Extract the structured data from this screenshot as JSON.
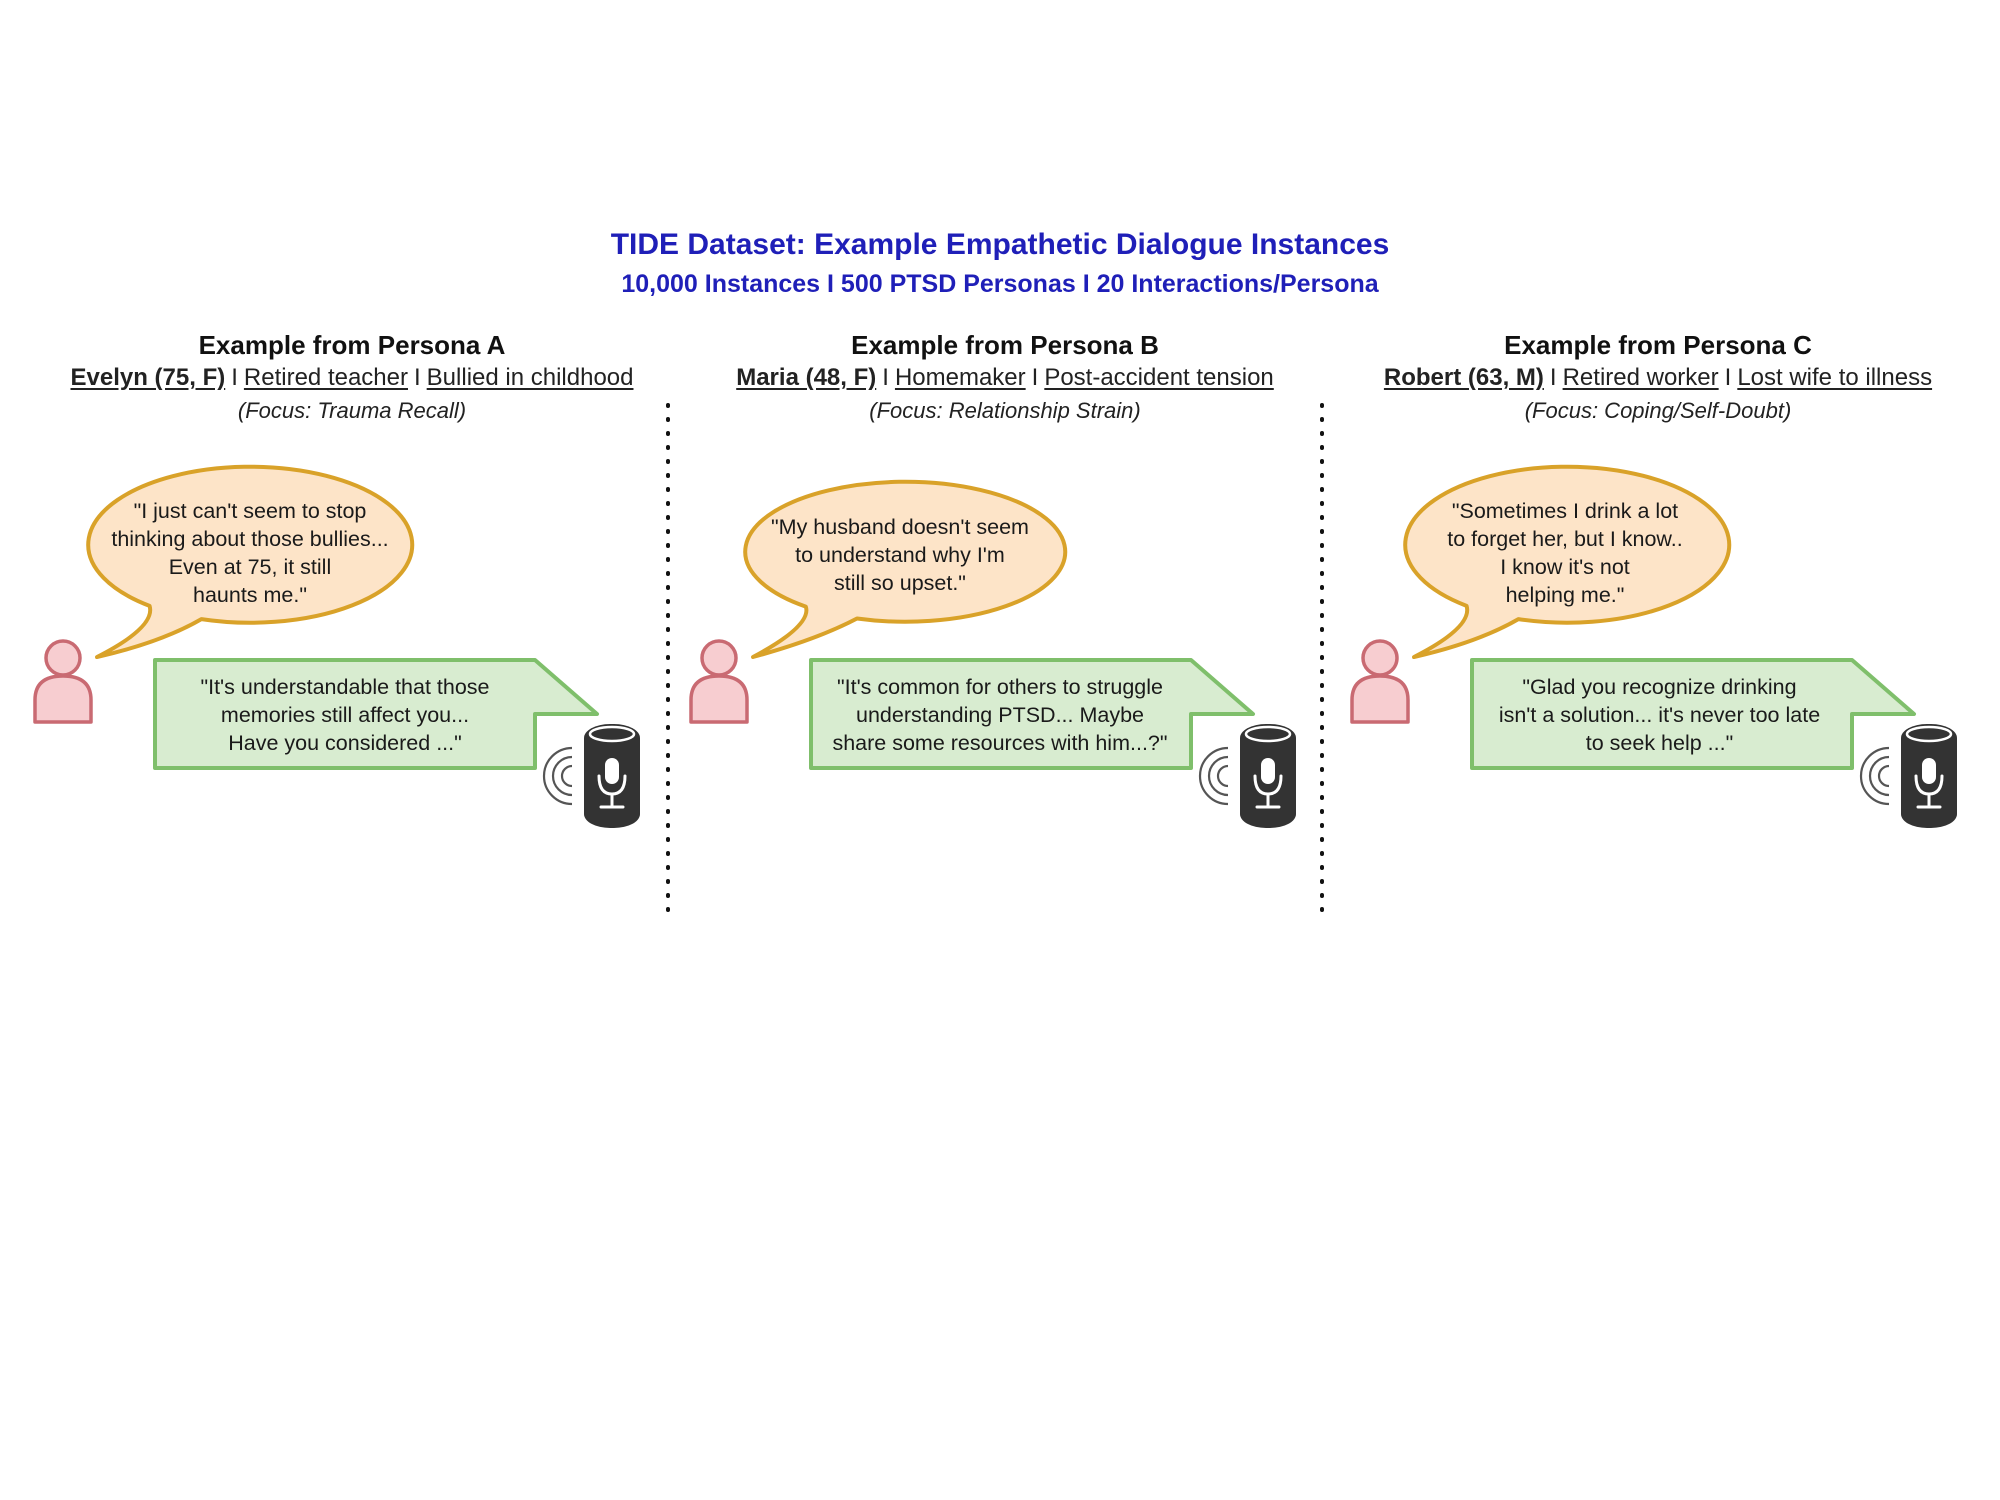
{
  "header": {
    "title": "TIDE Dataset: Example Empathetic Dialogue Instances",
    "subtitle": "10,000 Instances I 500 PTSD Personas I 20 Interactions/Persona"
  },
  "colors": {
    "title": "#1f1fb8",
    "user_bubble_fill": "#fde4c8",
    "user_bubble_stroke": "#d9a229",
    "agent_bubble_fill": "#d8ecd0",
    "agent_bubble_stroke": "#7fbf6b",
    "person_fill": "#f7cdd0",
    "person_stroke": "#c96a72",
    "speaker_body": "#333333"
  },
  "personas": [
    {
      "heading": "Example from Persona A",
      "name": "Evelyn (75, F)",
      "occupation": "Retired teacher",
      "background": "Bullied in childhood",
      "focus": "(Focus: Trauma Recall)",
      "user_lines": [
        "\"I just can't seem to stop",
        "thinking about those bullies...",
        "Even at 75, it still",
        "haunts me.\""
      ],
      "agent_lines": [
        "\"It's understandable that those",
        "memories still affect you...",
        "Have you considered ...\""
      ]
    },
    {
      "heading": "Example from Persona B",
      "name": "Maria (48, F)",
      "occupation": "Homemaker",
      "background": "Post-accident tension",
      "focus": "(Focus: Relationship Strain)",
      "user_lines": [
        "\"My husband doesn't seem",
        "to understand why I'm",
        "still so upset.\""
      ],
      "agent_lines": [
        "\"It's common for others to struggle",
        "understanding PTSD... Maybe",
        "share some resources with him...?\""
      ]
    },
    {
      "heading": "Example from Persona C",
      "name": "Robert (63, M)",
      "occupation": "Retired worker",
      "background": "Lost wife to illness",
      "focus": "(Focus: Coping/Self-Doubt)",
      "user_lines": [
        "\"Sometimes I drink a lot",
        "to forget her, but I know..",
        "I know it's not",
        "helping me.\""
      ],
      "agent_lines": [
        "\"Glad you recognize drinking",
        "isn't a solution... it's never too late",
        "to seek help ...\""
      ]
    }
  ],
  "separator_glyph": "I"
}
